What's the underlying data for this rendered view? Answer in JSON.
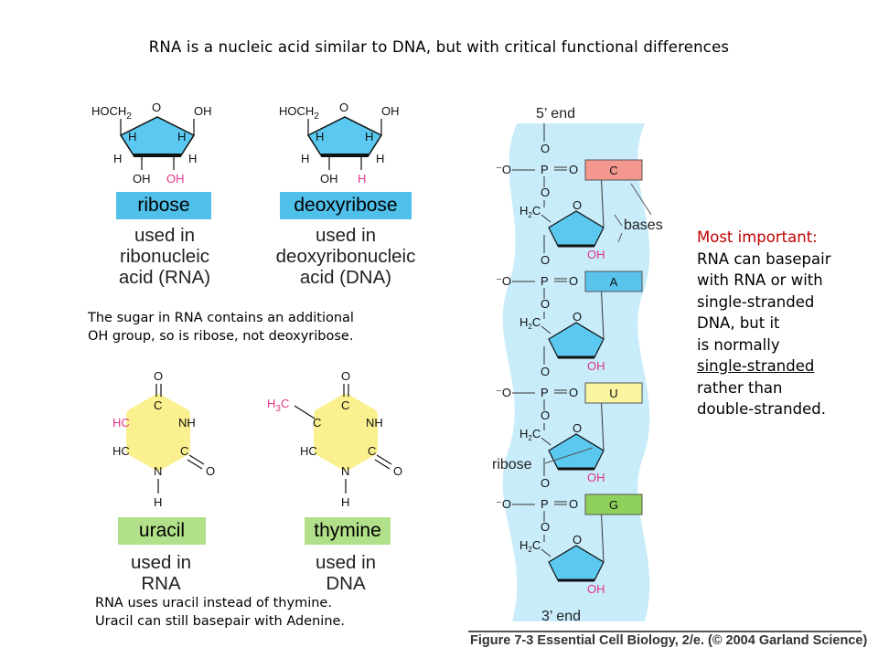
{
  "title": "RNA is a nucleic acid similar to DNA, but with critical functional differences",
  "sugars": {
    "ribose_label": "ribose",
    "ribose_used": [
      "used in",
      "ribonucleic",
      "acid (RNA)"
    ],
    "deoxy_label": "deoxyribose",
    "deoxy_used": [
      "used in",
      "deoxyribonucleic",
      "acid (DNA)"
    ],
    "caption": [
      "The sugar in RNA contains an additional",
      "OH group, so is ribose, not deoxyribose."
    ],
    "atoms": {
      "hoch2": "HOCH",
      "sub2": "2",
      "o": "O",
      "oh": "OH",
      "h": "H"
    }
  },
  "bases": {
    "uracil_label": "uracil",
    "uracil_used": [
      "used in",
      "RNA"
    ],
    "thymine_label": "thymine",
    "thymine_used": [
      "used in",
      "DNA"
    ],
    "caption": [
      "RNA uses uracil instead of thymine.",
      "Uracil can still basepair with Adenine."
    ],
    "atoms": {
      "o": "O",
      "c": "C",
      "hc": "HC",
      "nh": "NH",
      "n": "N",
      "h": "H",
      "h3c": "H",
      "sub3": "3",
      "c_after": "C"
    }
  },
  "strand": {
    "five_end": "5’ end",
    "three_end": "3’ end",
    "bases": [
      "C",
      "A",
      "U",
      "G"
    ],
    "bases_label": "bases",
    "ribose_label": "ribose",
    "phosphate": {
      "minus_o": "⁻O",
      "p": "P",
      "o": "O",
      "h2c": "H",
      "sub2": "2",
      "c": "C",
      "oh": "OH"
    }
  },
  "note": {
    "heading": "Most important:",
    "lines": [
      "RNA can basepair",
      "with RNA or with",
      "single-stranded",
      "DNA, but it",
      "is normally"
    ],
    "underlined": "single-stranded",
    "tail": [
      "rather than",
      "double-stranded."
    ]
  },
  "figure_credit": "Figure 7-3  Essential Cell Biology, 2/e. (© 2004 Garland Science)",
  "colors": {
    "sugar_blue": "#5bc8ef",
    "label_blue": "#4fc0ea",
    "base_yellow": "#fbf08f",
    "label_green": "#b2e08a",
    "backbone": "#c8ecfa",
    "base_c": "#f4978e",
    "base_a": "#5bc4ec",
    "base_u": "#f9f4a0",
    "base_g": "#8fd05a",
    "pink": "#e0368a",
    "red_text": "#c00000"
  }
}
